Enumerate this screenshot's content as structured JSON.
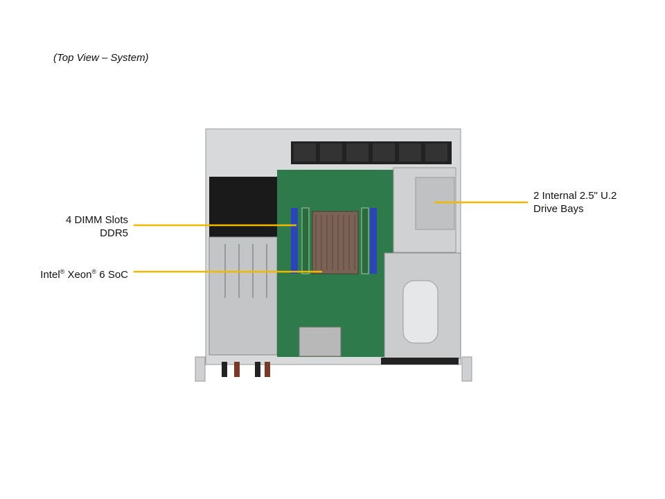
{
  "caption": "(Top View – System)",
  "callouts": {
    "dimm": {
      "line1": "4 DIMM Slots",
      "line2": "DDR5"
    },
    "cpu": {
      "prefix": "Intel",
      "reg1": "®",
      "mid": " Xeon",
      "reg2": "®",
      "suffix": " 6 SoC"
    },
    "drives": {
      "line1": "2 Internal 2.5\" U.2",
      "line2": "Drive Bays"
    }
  },
  "colors": {
    "leader": "#f2b800",
    "pcb": "#2f7a4a",
    "dimm": "#2b45b8",
    "chassis": "#c9cacc"
  }
}
